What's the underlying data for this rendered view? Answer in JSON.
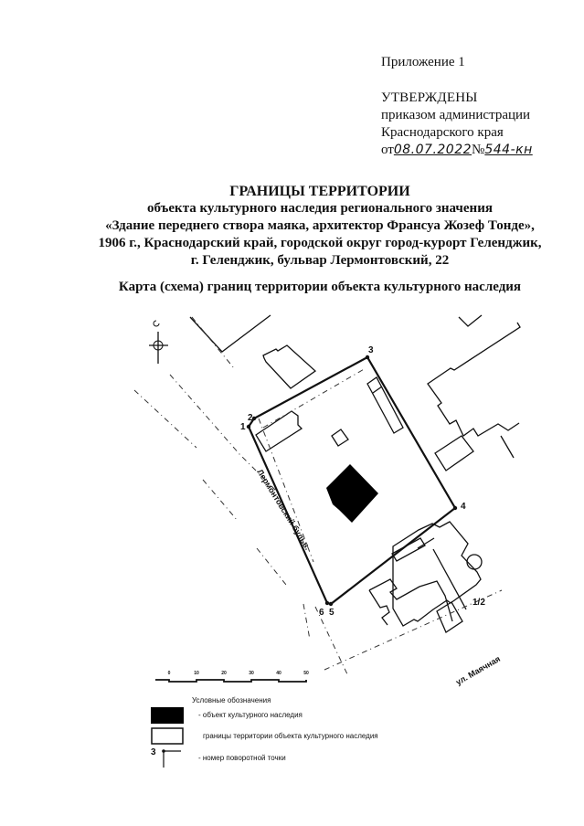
{
  "header": {
    "appendix": "Приложение 1",
    "approved": "УТВЕРЖДЕНЫ",
    "by_order": "приказом администрации",
    "region": "Краснодарского края",
    "date_prefix": "от",
    "date": "08.07.2022",
    "number_prefix": "№",
    "number": "544-кн"
  },
  "title": {
    "main": "ГРАНИЦЫ ТЕРРИТОРИИ",
    "line1": "объекта культурного наследия регионального значения",
    "line2": "«Здание переднего створа маяка, архитектор Франсуа Жозеф Тонде»,",
    "line3": "1906 г., Краснодарский край, городской округ город-курорт Геленджик,",
    "line4": "г. Геленджик, бульвар Лермонтовский, 22"
  },
  "map": {
    "caption": "Карта (схема) границ территории объекта культурного наследия",
    "points": [
      "1",
      "2",
      "3",
      "4",
      "5",
      "6"
    ],
    "neighbor_label": "1/2",
    "street_1": "Лермонтовский бульв.",
    "street_2": "ул. Маячная",
    "scale_labels": [
      "0",
      "10",
      "20",
      "30",
      "40",
      "50"
    ],
    "colors": {
      "ink": "#111111",
      "paper": "#ffffff"
    }
  },
  "legend": {
    "title": "Условные обозначения",
    "items": [
      {
        "symbol": "filled-black-rectangle",
        "label": "- объект культурного наследия"
      },
      {
        "symbol": "outlined-rectangle",
        "label": "границы территории объекта культурного наследия"
      },
      {
        "symbol": "turning-point-marker",
        "marker_number": "3",
        "label": "- номер поворотной точки"
      }
    ]
  }
}
